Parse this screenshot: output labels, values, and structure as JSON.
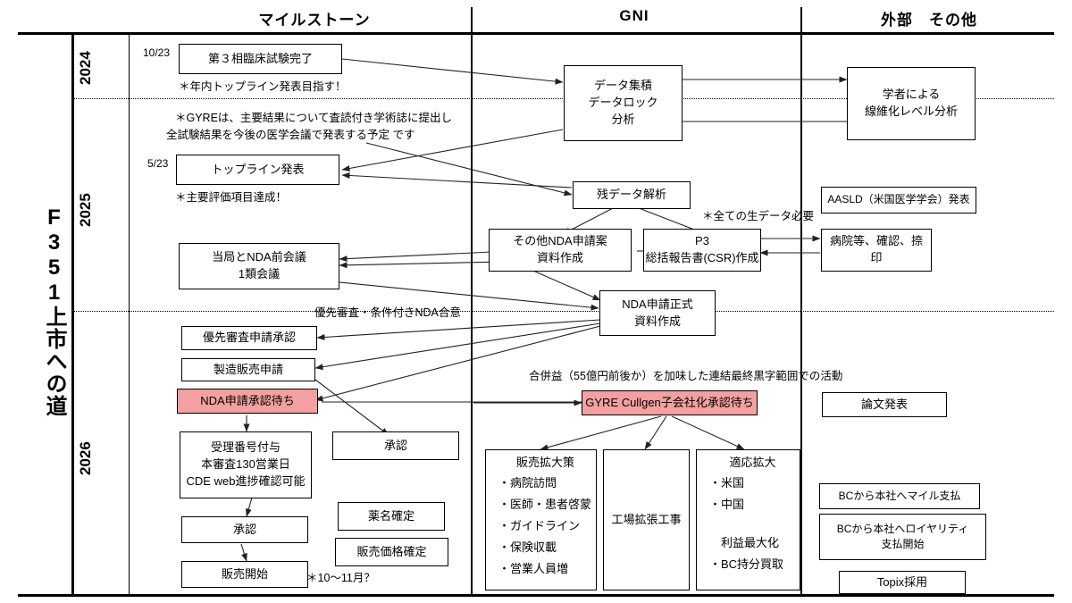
{
  "page": {
    "side_title": "F351上市への道"
  },
  "columns": [
    {
      "id": "milestone",
      "label": "マイルストーン"
    },
    {
      "id": "gni",
      "label": "GNI"
    },
    {
      "id": "external",
      "label": "外部　その他"
    }
  ],
  "years": [
    {
      "label": "2024"
    },
    {
      "label": "2025"
    },
    {
      "label": "2026"
    }
  ],
  "date_tags": [
    {
      "label": "10/23"
    },
    {
      "label": "5/23"
    }
  ],
  "notes": [
    {
      "id": "note-2024",
      "text": "＊年内トップライン発表目指す！"
    },
    {
      "id": "note-gyre-1",
      "text": "＊GYREは、主要結果について査読付き学術誌に提出し"
    },
    {
      "id": "note-gyre-2",
      "text": "全試験結果を今後の医学会議で発表する予定 です"
    },
    {
      "id": "note-endpoint",
      "text": "＊主要評価項目達成！"
    },
    {
      "id": "note-rawdata",
      "text": "＊全ての生データ必要"
    },
    {
      "id": "note-priority",
      "text": "優先審査・条件付きNDA合意"
    },
    {
      "id": "note-merger",
      "text": "合併益（55億円前後か）を加味した連結最終黒字範囲での活動"
    },
    {
      "id": "note-month",
      "text": "＊10〜11月？"
    }
  ],
  "boxes": {
    "milestone": [
      {
        "id": "phase3-complete",
        "lines": [
          "第３相臨床試験完了"
        ],
        "fill": "white"
      },
      {
        "id": "topline-announcement",
        "lines": [
          "トップライン発表"
        ],
        "fill": "white"
      },
      {
        "id": "pre-nda-meeting",
        "lines": [
          "当局とNDA前会議",
          "1類会議"
        ],
        "fill": "white"
      },
      {
        "id": "priority-review-approval",
        "lines": [
          "優先審査申請承認"
        ],
        "fill": "white"
      },
      {
        "id": "manufacturing-sales-application",
        "lines": [
          "製造販売申請"
        ],
        "fill": "white"
      },
      {
        "id": "nda-approval-waiting",
        "lines": [
          "NDA申請承認待ち"
        ],
        "fill": "pink"
      },
      {
        "id": "acceptance-number",
        "lines": [
          "受理番号付与",
          "本審査130営業日",
          "CDE web進捗確認可能"
        ],
        "fill": "white"
      },
      {
        "id": "approval-right",
        "lines": [
          "承認"
        ],
        "fill": "white"
      },
      {
        "id": "approval-left",
        "lines": [
          "承認"
        ],
        "fill": "white"
      },
      {
        "id": "drug-name-fixed",
        "lines": [
          "薬名確定"
        ],
        "fill": "white"
      },
      {
        "id": "sales-start",
        "lines": [
          "販売開始"
        ],
        "fill": "white"
      },
      {
        "id": "sales-price-fixed",
        "lines": [
          "販売価格確定"
        ],
        "fill": "white"
      }
    ],
    "gni": [
      {
        "id": "data-accumulation",
        "lines": [
          "データ集積",
          "データロック",
          "分析"
        ],
        "fill": "white"
      },
      {
        "id": "residual-data-analysis",
        "lines": [
          "残データ解析"
        ],
        "fill": "white"
      },
      {
        "id": "other-nda-docs",
        "lines": [
          "その他NDA申請案",
          "資料作成"
        ],
        "fill": "white"
      },
      {
        "id": "p3-csr",
        "lines": [
          "P3",
          "総括報告書(CSR)作成"
        ],
        "fill": "white"
      },
      {
        "id": "nda-formal-docs",
        "lines": [
          "NDA申請正式",
          "資料作成"
        ],
        "fill": "white"
      },
      {
        "id": "gyre-cullgen-subsidiary",
        "lines": [
          "GYRE Cullgen子会社化承認待ち"
        ],
        "fill": "pink"
      },
      {
        "id": "sales-expansion",
        "heading": "販売拡大策",
        "lines": [
          "・病院訪問",
          "・医師・患者啓蒙",
          "・ガイドライン",
          "・保険収載",
          "・営業人員増"
        ],
        "fill": "white"
      },
      {
        "id": "plant-expansion",
        "lines": [
          "工場拡張工事"
        ],
        "fill": "white"
      },
      {
        "id": "indication-expansion",
        "heading": "適応拡大",
        "lines": [
          "・米国",
          "・中国",
          "",
          "　利益最大化",
          "・BC持分買取"
        ],
        "fill": "white"
      }
    ],
    "external": [
      {
        "id": "fibrosis-analysis",
        "lines": [
          "学者による",
          "線維化レベル分析"
        ],
        "fill": "white"
      },
      {
        "id": "aasld-presentation",
        "lines": [
          "AASLD（米国医学学会）発表"
        ],
        "fill": "white"
      },
      {
        "id": "hospital-confirm-seal",
        "lines": [
          "病院等、確認、捺",
          "印"
        ],
        "fill": "white"
      },
      {
        "id": "paper-publication",
        "lines": [
          "論文発表"
        ],
        "fill": "white"
      },
      {
        "id": "bc-milestone-payment",
        "lines": [
          "BCから本社へマイル支払"
        ],
        "fill": "white"
      },
      {
        "id": "bc-royalty-payment",
        "lines": [
          "BCから本社へロイヤリティ",
          "支払開始"
        ],
        "fill": "white"
      },
      {
        "id": "topix-adoption",
        "lines": [
          "Topix採用"
        ],
        "fill": "white"
      }
    ]
  },
  "colors": {
    "pink_fill": "#F4A0A0",
    "line": "#000000",
    "background": "#FFFFFF"
  }
}
